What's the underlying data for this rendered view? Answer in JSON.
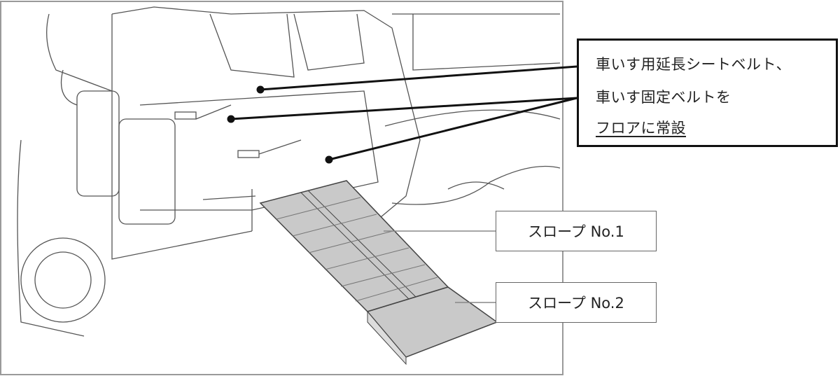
{
  "callout": {
    "line1": "車いす用延長シートベルト、",
    "line2": "車いす固定ベルトを",
    "line3": "フロアに常設"
  },
  "labels": {
    "slope1": "スロープ No.1",
    "slope2": "スロープ No.2"
  },
  "colors": {
    "ramp": "#c9c9c9",
    "frame": "#9a9a9a",
    "line": "#111111"
  }
}
